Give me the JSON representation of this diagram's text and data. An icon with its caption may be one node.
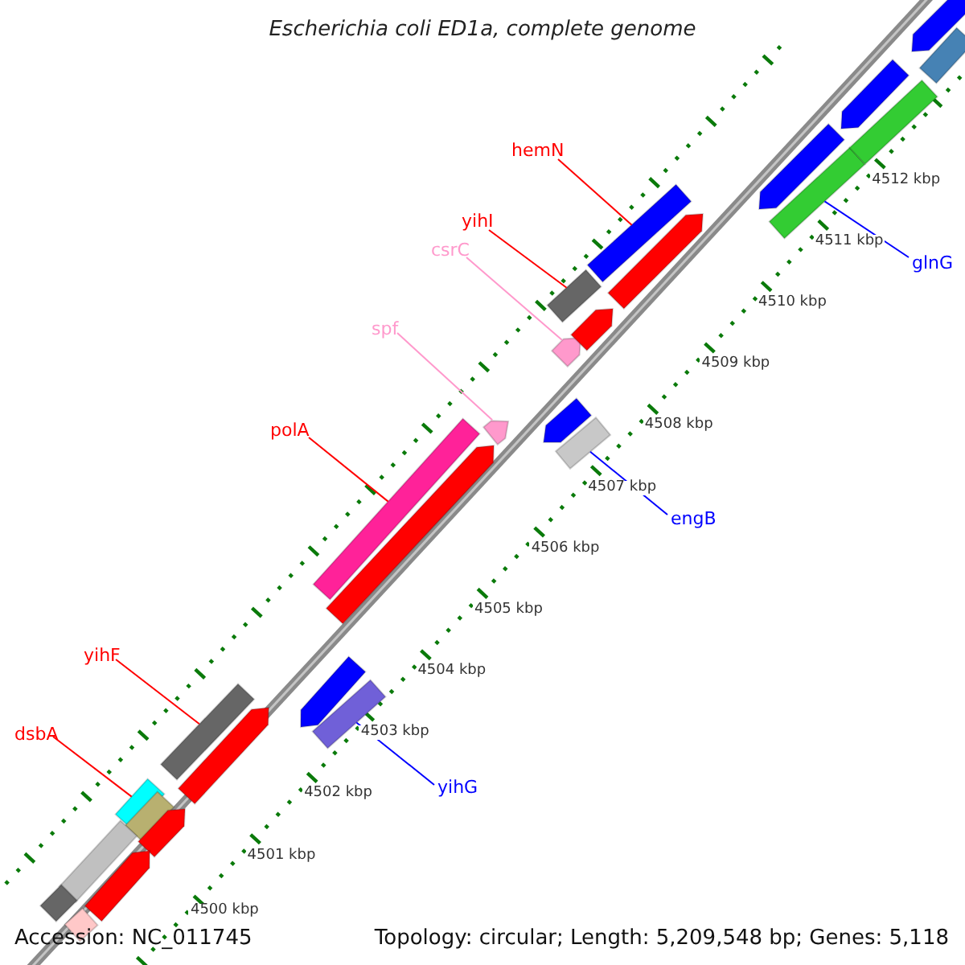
{
  "diagram": {
    "title": "Escherichia coli ED1a, complete genome",
    "nodes": [
      {
        "text": [
          "hemN"
        ]
      },
      {
        "text": [],
        "shape": "bar"
      },
      {
        "text": [
          "yihI"
        ]
      },
      {
        "text": [],
        "shape": "bar"
      },
      {
        "text": [
          "csrC"
        ]
      },
      {
        "text": [],
        "shape": "bar"
      },
      {
        "text": [
          "spf"
        ]
      },
      {
        "text": [],
        "shape": "bar"
      },
      {
        "text": [
          "polA"
        ]
      },
      {
        "text": [],
        "shape": "bar"
      },
      {
        "text": [
          "yihF"
        ]
      },
      {
        "text": [],
        "shape": "bar"
      },
      {
        "text": [
          "dsbA"
        ]
      },
      {
        "text": [],
        "shape": "bar"
      },
      {
        "text": [
          "glnG"
        ]
      },
      {
        "text": [],
        "shape": "bar"
      },
      {
        "text": [
          "engB"
        ]
      },
      {
        "text": [],
        "shape": "bar"
      },
      {
        "text": [
          "yihG"
        ]
      },
      {
        "text": [],
        "shape": "bar"
      },
      {
        "text": [],
        "shape": "bar"
      },
      {
        "text": [],
        "shape": "bar"
      },
      {
        "text": [],
        "shape": "bar"
      },
      {
        "text": [],
        "shape": "bar"
      },
      {
        "text": [],
        "shape": "bar"
      },
      {
        "text": [],
        "shape": "bar"
      },
      {
        "text": [],
        "shape": "bar"
      },
      {
        "text": [],
        "shape": "bar"
      },
      {
        "text": [],
        "shape": "bar"
      },
      {
        "text": [],
        "shape": "bar"
      },
      {
        "text": [],
        "shape": "bar"
      },
      {
        "text": [],
        "shape": "bar"
      },
      {
        "text": [],
        "shape": "bar"
      },
      {
        "text": [],
        "shape": "bar"
      },
      {
        "text": [],
        "shape": "bar"
      },
      {
        "text": [],
        "shape": "bar"
      },
      {
        "text": [],
        "shape": "bar"
      }
    ],
    "edges": [
      {
        "from": 0,
        "to": 1,
        "arrow": "none"
      },
      {
        "from": 2,
        "to": 3,
        "arrow": "none"
      },
      {
        "from": 4,
        "to": 5,
        "arrow": "none",
        "color": "#ff99cc"
      },
      {
        "from": 6,
        "to": 7,
        "arrow": "none",
        "color": "#ff99cc"
      },
      {
        "from": 8,
        "to": 9,
        "arrow": "none"
      },
      {
        "from": 10,
        "to": 11,
        "arrow": "none"
      },
      {
        "from": 12,
        "to": 13,
        "arrow": "none"
      },
      {
        "from": 14,
        "to": 15,
        "arrow": "none",
        "color": "#0000ff"
      },
      {
        "from": 16,
        "to": 17,
        "arrow": "none",
        "color": "#0000ff"
      },
      {
        "from": 18,
        "to": 19,
        "arrow": "none",
        "color": "#0000ff"
      }
    ],
    "labels": [
      "4512 kbp",
      "4511 kbp",
      "4510 kbp",
      "4509 kbp",
      "4508 kbp",
      "4507 kbp",
      "4506 kbp",
      "4505 kbp",
      "4504 kbp",
      "4503 kbp",
      "4502 kbp",
      "4501 kbp",
      "4500 kbp",
      "Accession: NC_011745",
      "Topology: circular; Length: 5,209,548 bp; Genes: 5,118"
    ]
  }
}
